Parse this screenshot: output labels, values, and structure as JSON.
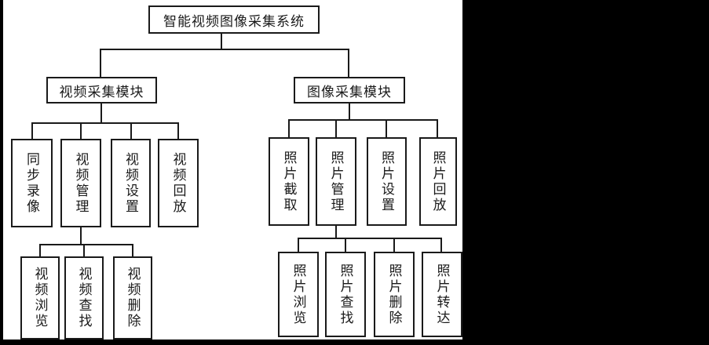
{
  "diagram": {
    "root": "智能视频图像采集系统",
    "video_module": "视频采集模块",
    "image_module": "图像采集模块",
    "video_children": [
      "同步录像",
      "视频管理",
      "视频设置",
      "视频回放"
    ],
    "video_manage_children": [
      "视频浏览",
      "视频查找",
      "视频删除"
    ],
    "image_children": [
      "照片截取",
      "照片管理",
      "照片设置",
      "照片回放"
    ],
    "photo_manage_children": [
      "照片浏览",
      "照片查找",
      "照片删除",
      "照片转达"
    ]
  },
  "colors": {
    "line": "#1a1a1a",
    "canvas": "#ffffff",
    "letterbox": "#000000"
  }
}
